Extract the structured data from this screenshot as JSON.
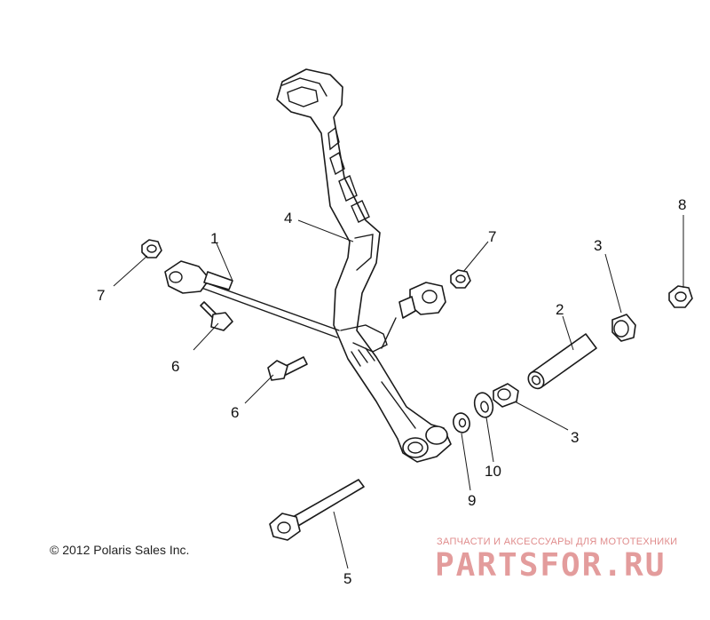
{
  "callouts": {
    "c1": "1",
    "c2": "2",
    "c3a": "3",
    "c3b": "3",
    "c4": "4",
    "c5": "5",
    "c6a": "6",
    "c6b": "6",
    "c7a": "7",
    "c7b": "7",
    "c8": "8",
    "c9": "9",
    "c10": "10"
  },
  "copyright": "© 2012 Polaris Sales Inc.",
  "watermark": {
    "tagline": "ЗАПЧАСТИ И АКСЕССУАРЫ ДЛЯ МОТОТЕХНИКИ",
    "logo": "PARTSFOR.RU",
    "color": "#e08c8c"
  }
}
